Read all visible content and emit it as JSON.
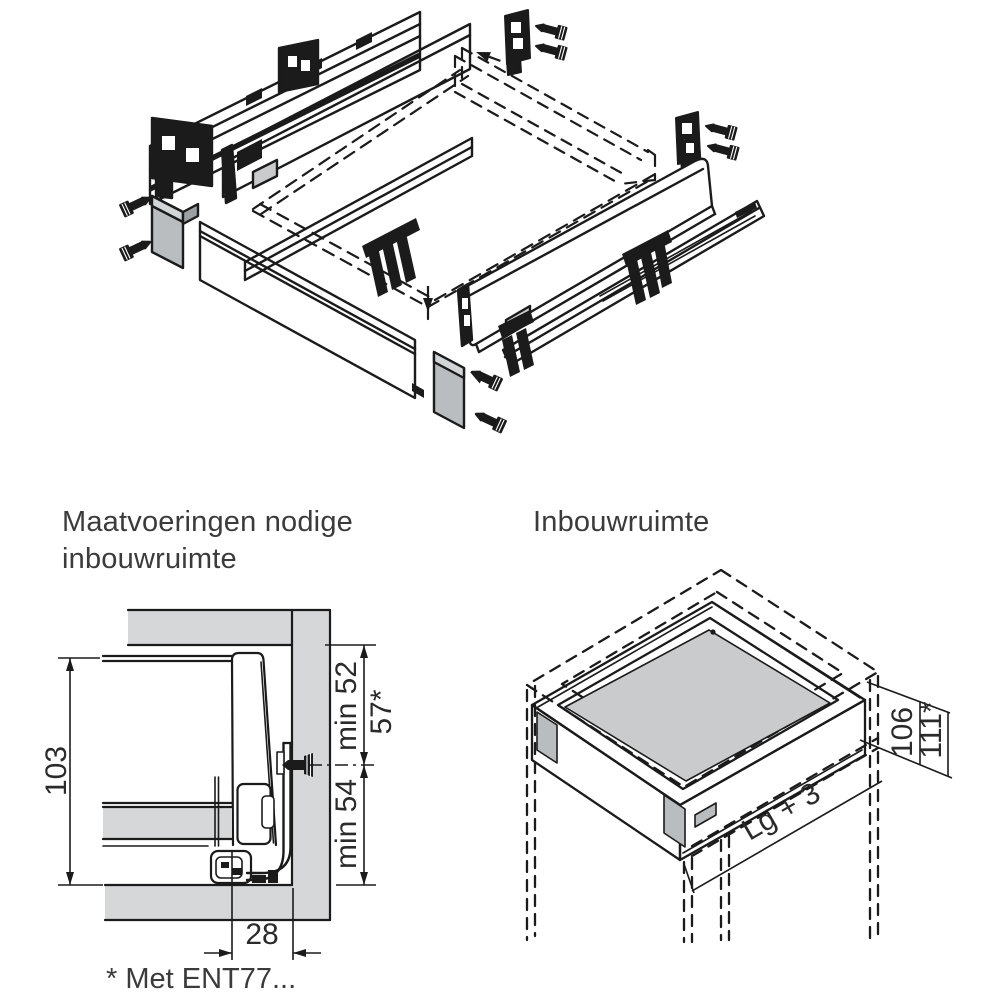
{
  "titles": {
    "left_line1": "Maatvoeringen nodige",
    "left_line2": "inbouwruimte",
    "right": "Inbouwruimte"
  },
  "footnote": "* Met ENT77...",
  "cross_section_dims": {
    "height": "103",
    "min_top": "min 52",
    "alt_top": "57*",
    "min_bottom": "min 54",
    "rear_gap": "28"
  },
  "installation_dims": {
    "inner_height": "106",
    "outer_height": "111*",
    "length": "Lg + 3"
  },
  "colors": {
    "line": "#1b1b1b",
    "panel_gray": "#d6d7d8",
    "bracket_gray": "#b9bdc0",
    "bracket_gray_light": "#d2d5d7",
    "bottom_gray": "#c9cbcc",
    "text": "#3b3b3b"
  }
}
